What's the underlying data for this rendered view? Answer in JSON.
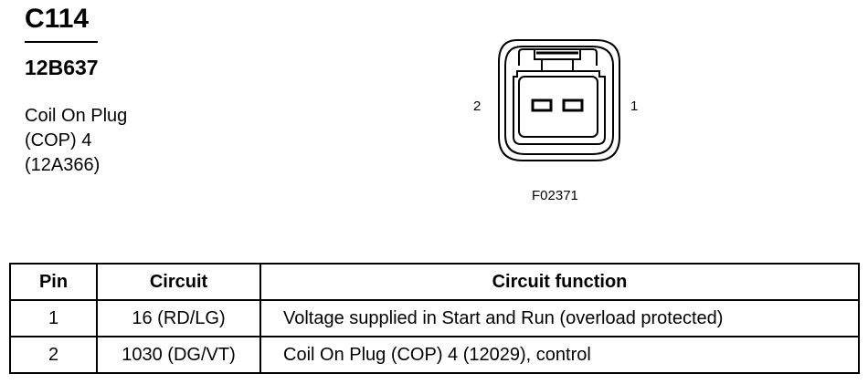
{
  "header": {
    "connector_id": "C114",
    "part_number": "12B637",
    "description_lines": [
      "Coil On Plug",
      "(COP) 4",
      "(12A366)"
    ]
  },
  "drawing": {
    "pin_left_label": "2",
    "pin_right_label": "1",
    "figure_code": "F02371"
  },
  "table": {
    "headers": {
      "pin": "Pin",
      "circuit": "Circuit",
      "function": "Circuit function"
    },
    "rows": [
      {
        "pin": "1",
        "circuit": "16 (RD/LG)",
        "function": "Voltage supplied in Start and Run (overload protected)"
      },
      {
        "pin": "2",
        "circuit": "1030 (DG/VT)",
        "function": "Coil On Plug (COP) 4 (12029), control"
      }
    ]
  }
}
